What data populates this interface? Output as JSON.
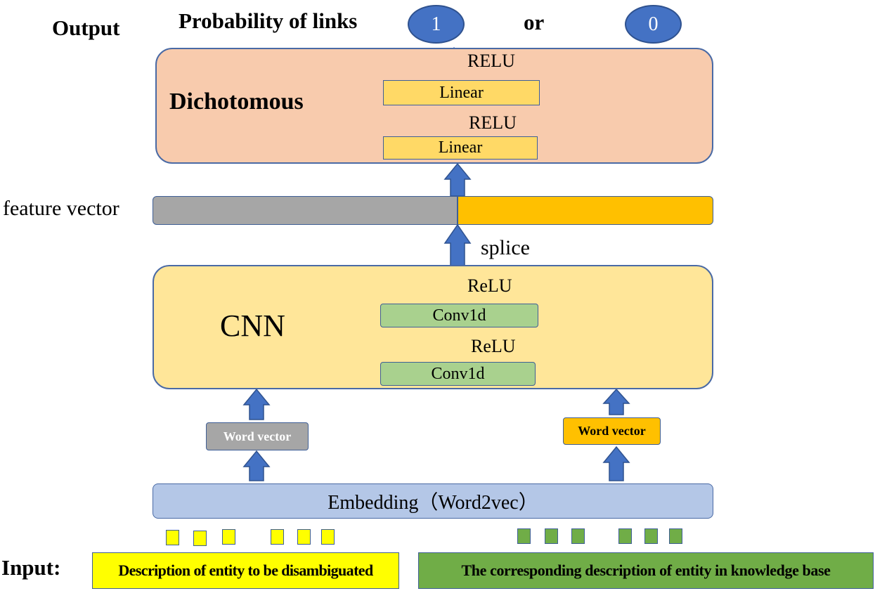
{
  "header": {
    "output_label": "Output",
    "probability_label": "Probability of links",
    "option_one": "1",
    "or_label": "or",
    "option_zero": "0"
  },
  "dichotomous": {
    "title": "Dichotomous",
    "relu_top": "RELU",
    "linear_top": "Linear",
    "relu_mid": "RELU",
    "linear_bottom": "Linear",
    "fill_color": "#f8cbad"
  },
  "feature_vector": {
    "label": "feature vector",
    "left_color": "#a6a6a6",
    "right_color": "#ffc000"
  },
  "splice_label": "splice",
  "cnn": {
    "title": "CNN",
    "relu_top": "ReLU",
    "conv_top": "Conv1d",
    "relu_mid": "ReLU",
    "conv_bottom": "Conv1d",
    "fill_color": "#ffe699"
  },
  "word_vectors": {
    "left": "Word vector",
    "right": "Word vector"
  },
  "embedding": {
    "label": "Embedding（Word2vec）",
    "fill_color": "#b4c7e7"
  },
  "input": {
    "label": "Input:",
    "left_description": "Description of entity to be disambiguated",
    "right_description": "The corresponding description of entity in knowledge base"
  }
}
